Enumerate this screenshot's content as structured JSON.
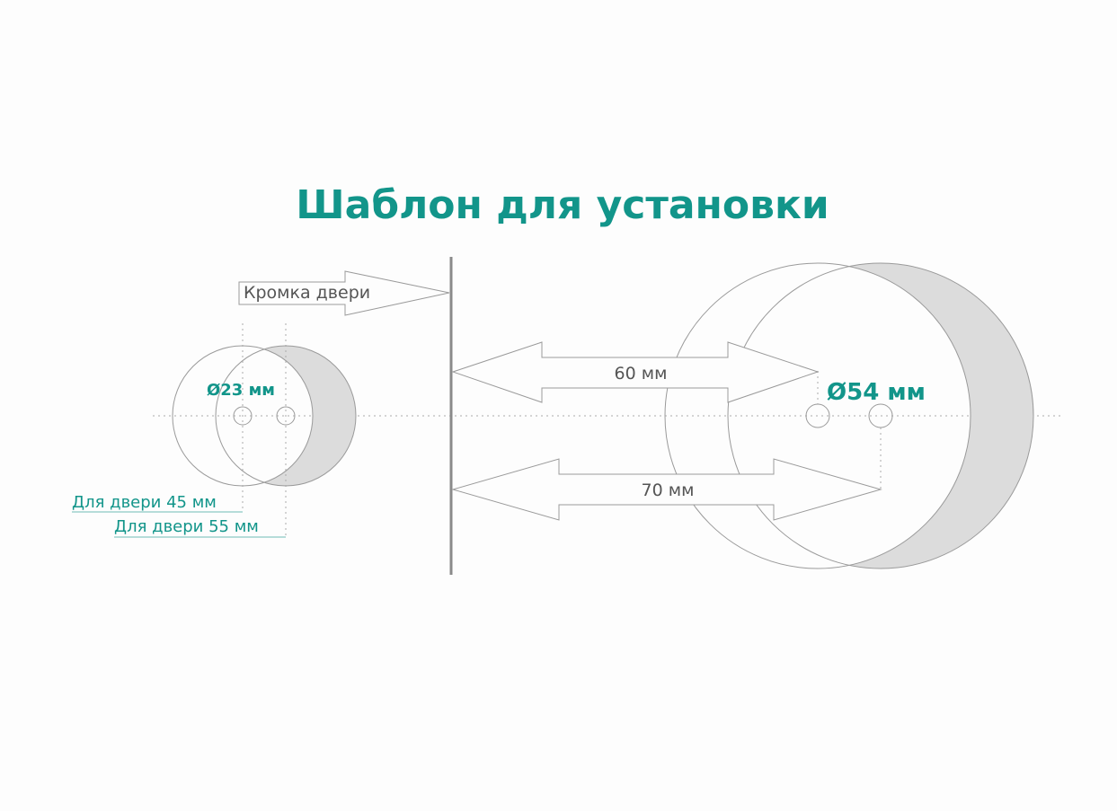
{
  "title": "Шаблон для установки",
  "door_edge_label": "Кромка двери",
  "small_hole": {
    "diameter_label": "Ø23 мм"
  },
  "large_hole": {
    "diameter_label": "Ø54 мм"
  },
  "backset": {
    "door_45_label": "Для двери 45 мм",
    "door_55_label": "Для двери 55 мм"
  },
  "distances": {
    "short_label": "60 мм",
    "long_label": "70 мм"
  },
  "colors": {
    "accent": "#12958a",
    "shade": "#dcdcdc",
    "line": "#9a9a9a"
  }
}
